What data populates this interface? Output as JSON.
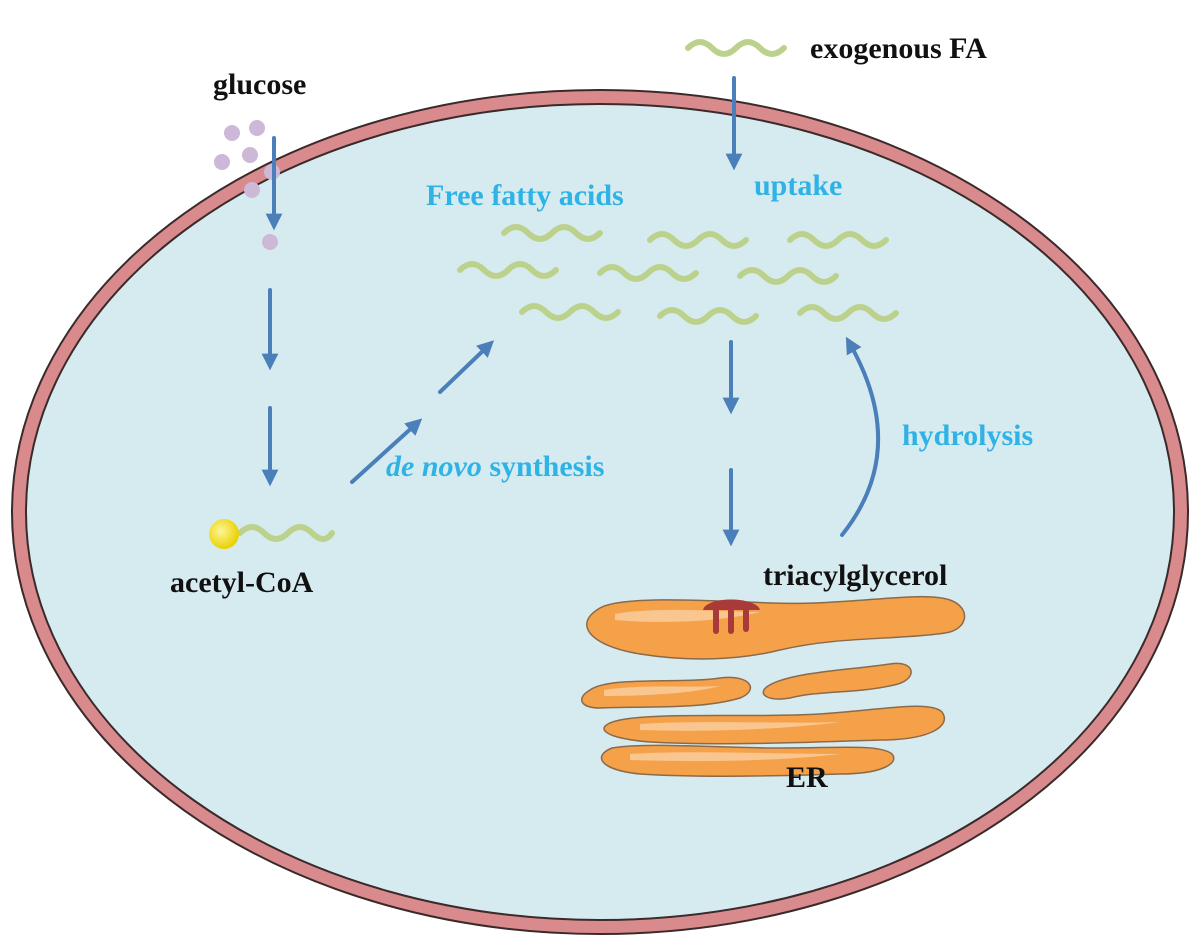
{
  "labels": {
    "glucose": "glucose",
    "exogenous_fa": "exogenous FA",
    "free_fatty_acids": "Free fatty acids",
    "uptake": "uptake",
    "de_novo": "de novo",
    "synthesis": " synthesis",
    "hydrolysis": "hydrolysis",
    "acetyl_coa": "acetyl-CoA",
    "triacylglycerol": "triacylglycerol",
    "er": "ER"
  },
  "colors": {
    "membrane": "#d98a8c",
    "membrane_outline": "#3a2a2a",
    "cytoplasm": "#d6ebf0",
    "arrow": "#4a7fba",
    "fatty_acid": "#bcd18c",
    "glucose_dot": "#cdb8d8",
    "coa_head": "#f2e018",
    "er_fill": "#f5a14a",
    "er_highlight": "#f9c690",
    "er_outline": "#8a6a4a",
    "enzyme": "#a83a3a",
    "text_blue": "#2fb3e6",
    "text_black": "#111111"
  }
}
